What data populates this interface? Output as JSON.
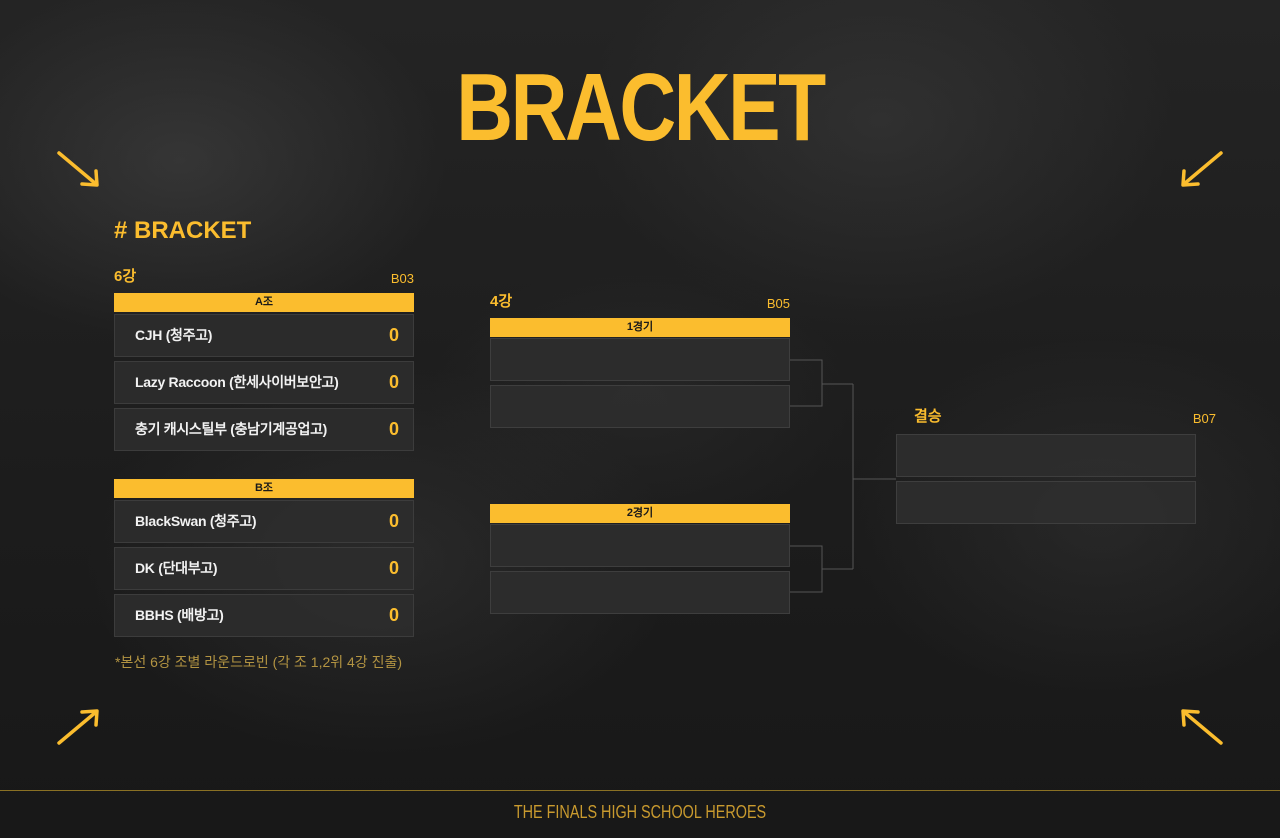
{
  "page": {
    "title": "BRACKET",
    "section_title": "# BRACKET",
    "footer": "THE FINALS HIGH SCHOOL HEROES",
    "accent_color": "#fbbd2e"
  },
  "round6": {
    "label": "6강",
    "code": "B03",
    "groups": [
      {
        "name": "A조",
        "teams": [
          {
            "name": "CJH (청주고)",
            "score": "0"
          },
          {
            "name": "Lazy Raccoon (한세사이버보안고)",
            "score": "0"
          },
          {
            "name": "충기 캐시스틸부 (충남기계공업고)",
            "score": "0"
          }
        ]
      },
      {
        "name": "B조",
        "teams": [
          {
            "name": "BlackSwan (청주고)",
            "score": "0"
          },
          {
            "name": "DK (단대부고)",
            "score": "0"
          },
          {
            "name": "BBHS (배방고)",
            "score": "0"
          }
        ]
      }
    ],
    "note": "*본선 6강 조별 라운드로빈 (각 조 1,2위 4강 진출)"
  },
  "round4": {
    "label": "4강",
    "code": "B05",
    "matches": [
      {
        "name": "1경기"
      },
      {
        "name": "2경기"
      }
    ]
  },
  "final": {
    "label": "결승",
    "code": "B07"
  },
  "icons": [
    "arrow-down-right-icon",
    "arrow-down-left-icon",
    "arrow-up-right-icon",
    "arrow-up-left-icon"
  ]
}
